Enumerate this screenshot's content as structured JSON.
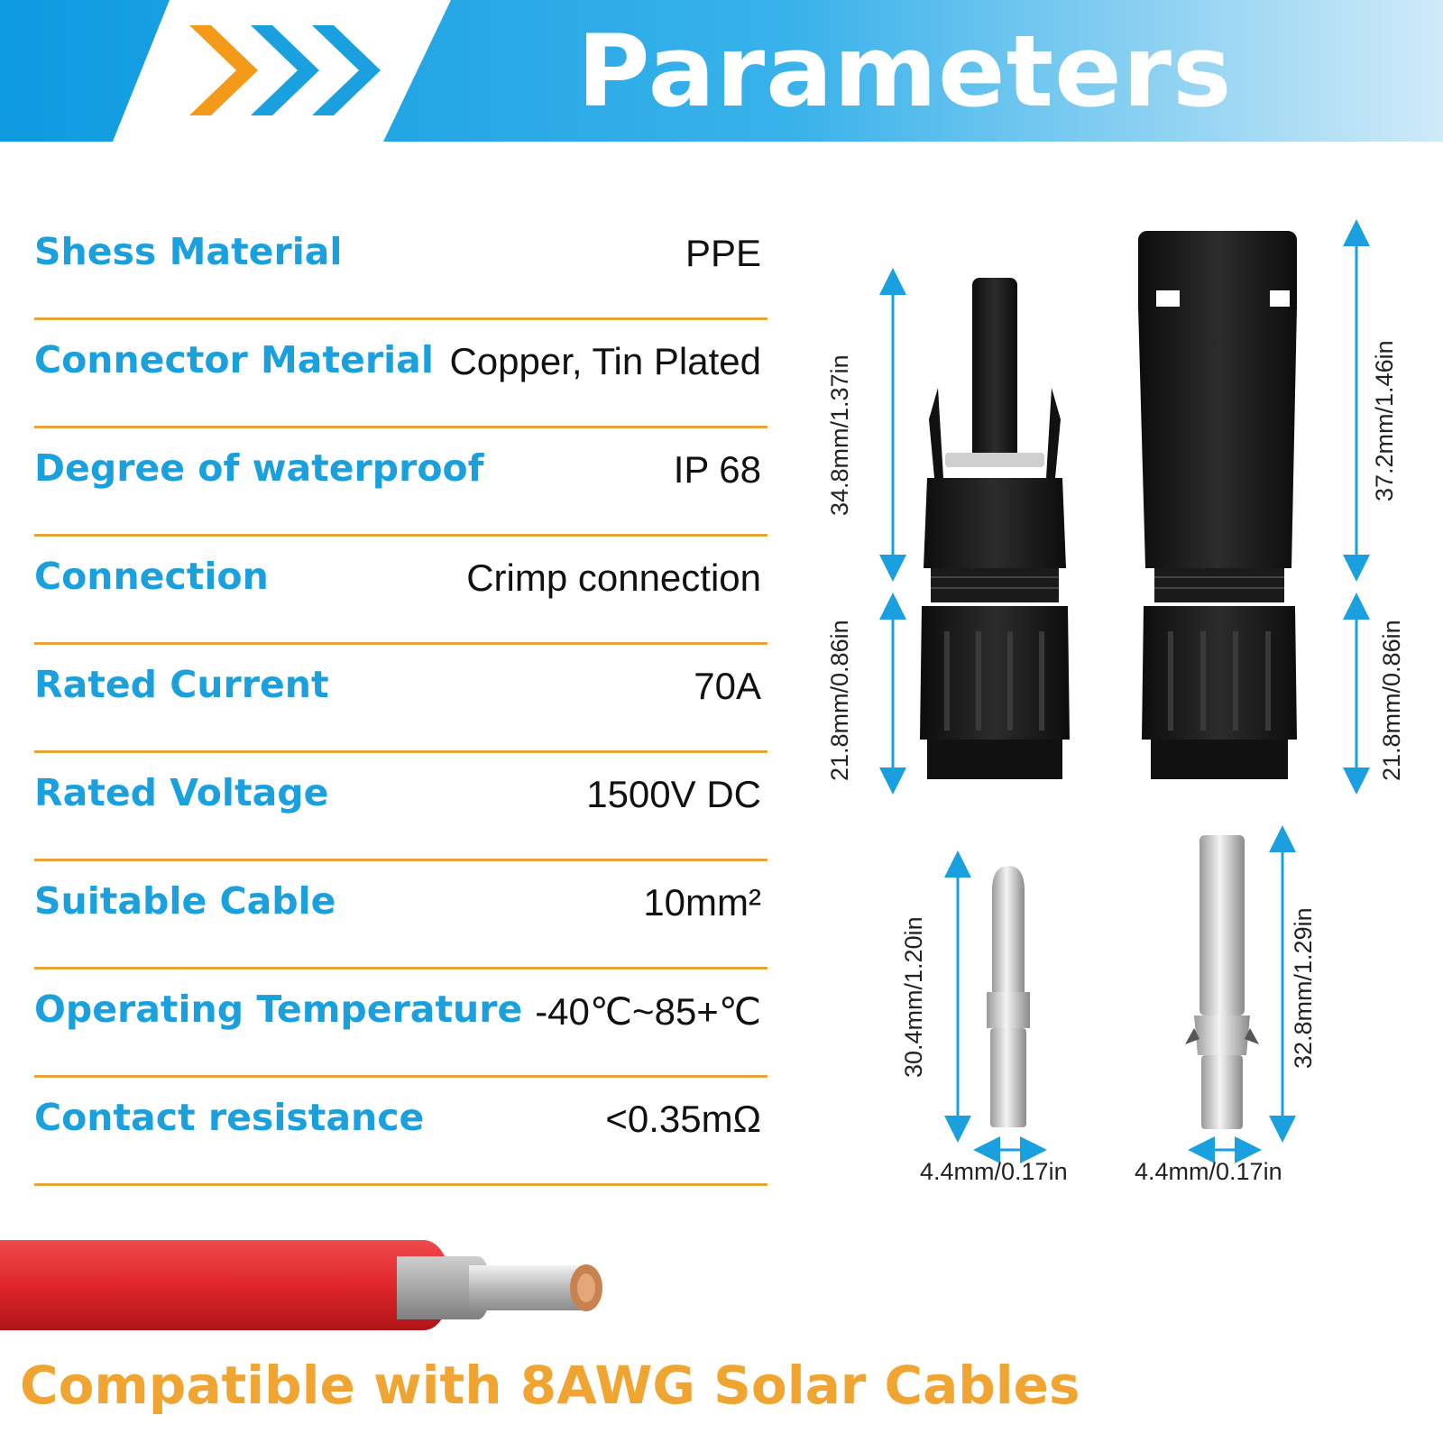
{
  "header": {
    "title": "Parameters"
  },
  "specs": [
    {
      "label": "Shess Material",
      "value": "PPE"
    },
    {
      "label": "Connector Material",
      "value": "Copper, Tin Plated"
    },
    {
      "label": "Degree of waterproof",
      "value": "IP 68"
    },
    {
      "label": "Connection",
      "value": "Crimp connection"
    },
    {
      "label": "Rated Current",
      "value": "70A"
    },
    {
      "label": "Rated Voltage",
      "value": "1500V DC"
    },
    {
      "label": "Suitable Cable",
      "value": "10mm²"
    },
    {
      "label": "Operating Temperature",
      "value": "-40℃~85+℃"
    },
    {
      "label": "Contact resistance",
      "value": "<0.35mΩ"
    }
  ],
  "dimensions": {
    "male_top": "34.8mm/1.37in",
    "male_bottom": "21.8mm/0.86in",
    "female_top": "37.2mm/1.46in",
    "female_bottom": "21.8mm/0.86in",
    "pin_male_length": "30.4mm/1.20in",
    "pin_female_length": "32.8mm/1.29in",
    "pin_male_width": "4.4mm/0.17in",
    "pin_female_width": "4.4mm/0.17in"
  },
  "footer": {
    "text": "Compatible with 8AWG Solar Cables"
  },
  "colors": {
    "accent_blue": "#1ba0de",
    "accent_orange": "#f0a431",
    "divider": "#e8a43a",
    "cable_red": "#e0262a"
  }
}
